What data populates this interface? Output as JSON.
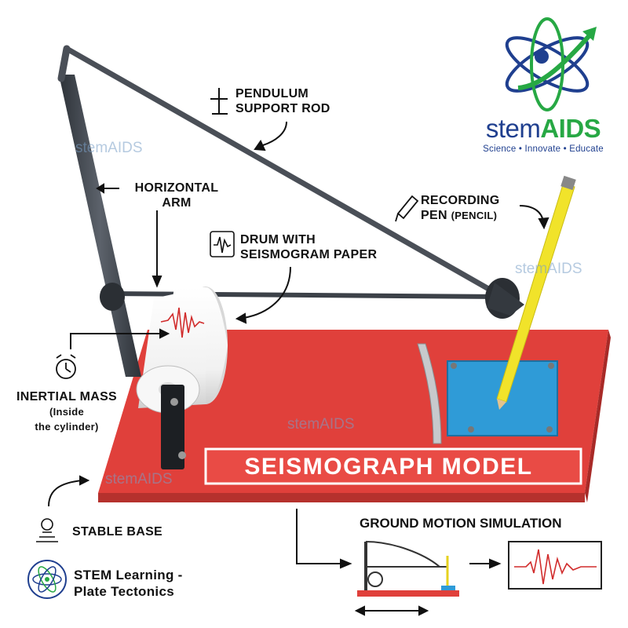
{
  "brand": {
    "name_part1": "stem",
    "name_part2": "AIDS",
    "tagline": "Science • Innovate • Educate"
  },
  "watermark": "stemAIDS",
  "labels": {
    "pendulum_line1": "PENDULUM",
    "pendulum_line2": "SUPPORT ROD",
    "arm_line1": "HORIZONTAL",
    "arm_line2": "ARM",
    "drum_line1": "DRUM WITH",
    "drum_line2": "SEISMOGRAM PAPER",
    "pen_line1": "RECORDING",
    "pen_line2": "PEN",
    "pen_sub": "(PENCIL)",
    "mass_line1": "INERTIAL MASS",
    "mass_sub1": "(Inside",
    "mass_sub2": "the cylinder)",
    "base": "STABLE BASE",
    "stem_line1": "STEM Learning -",
    "stem_line2": "Plate Tectonics",
    "ground_motion": "GROUND MOTION SIMULATION"
  },
  "plate_title": "SEISMOGRAPH MODEL",
  "colors": {
    "base_red": "#e0403b",
    "base_dark": "#b5312d",
    "rod": "#4a4f57",
    "pencil": "#f1e32a",
    "pad_blue": "#2f9bd7",
    "brand_blue": "#1f3f8f",
    "brand_green": "#27a844",
    "trace_red": "#d12c2c"
  },
  "icons": [
    "pendulum-icon",
    "drum-paper-icon",
    "pencil-icon",
    "alarm-clock-icon",
    "stable-base-icon",
    "stem-atom-icon",
    "atom-logo-icon"
  ]
}
